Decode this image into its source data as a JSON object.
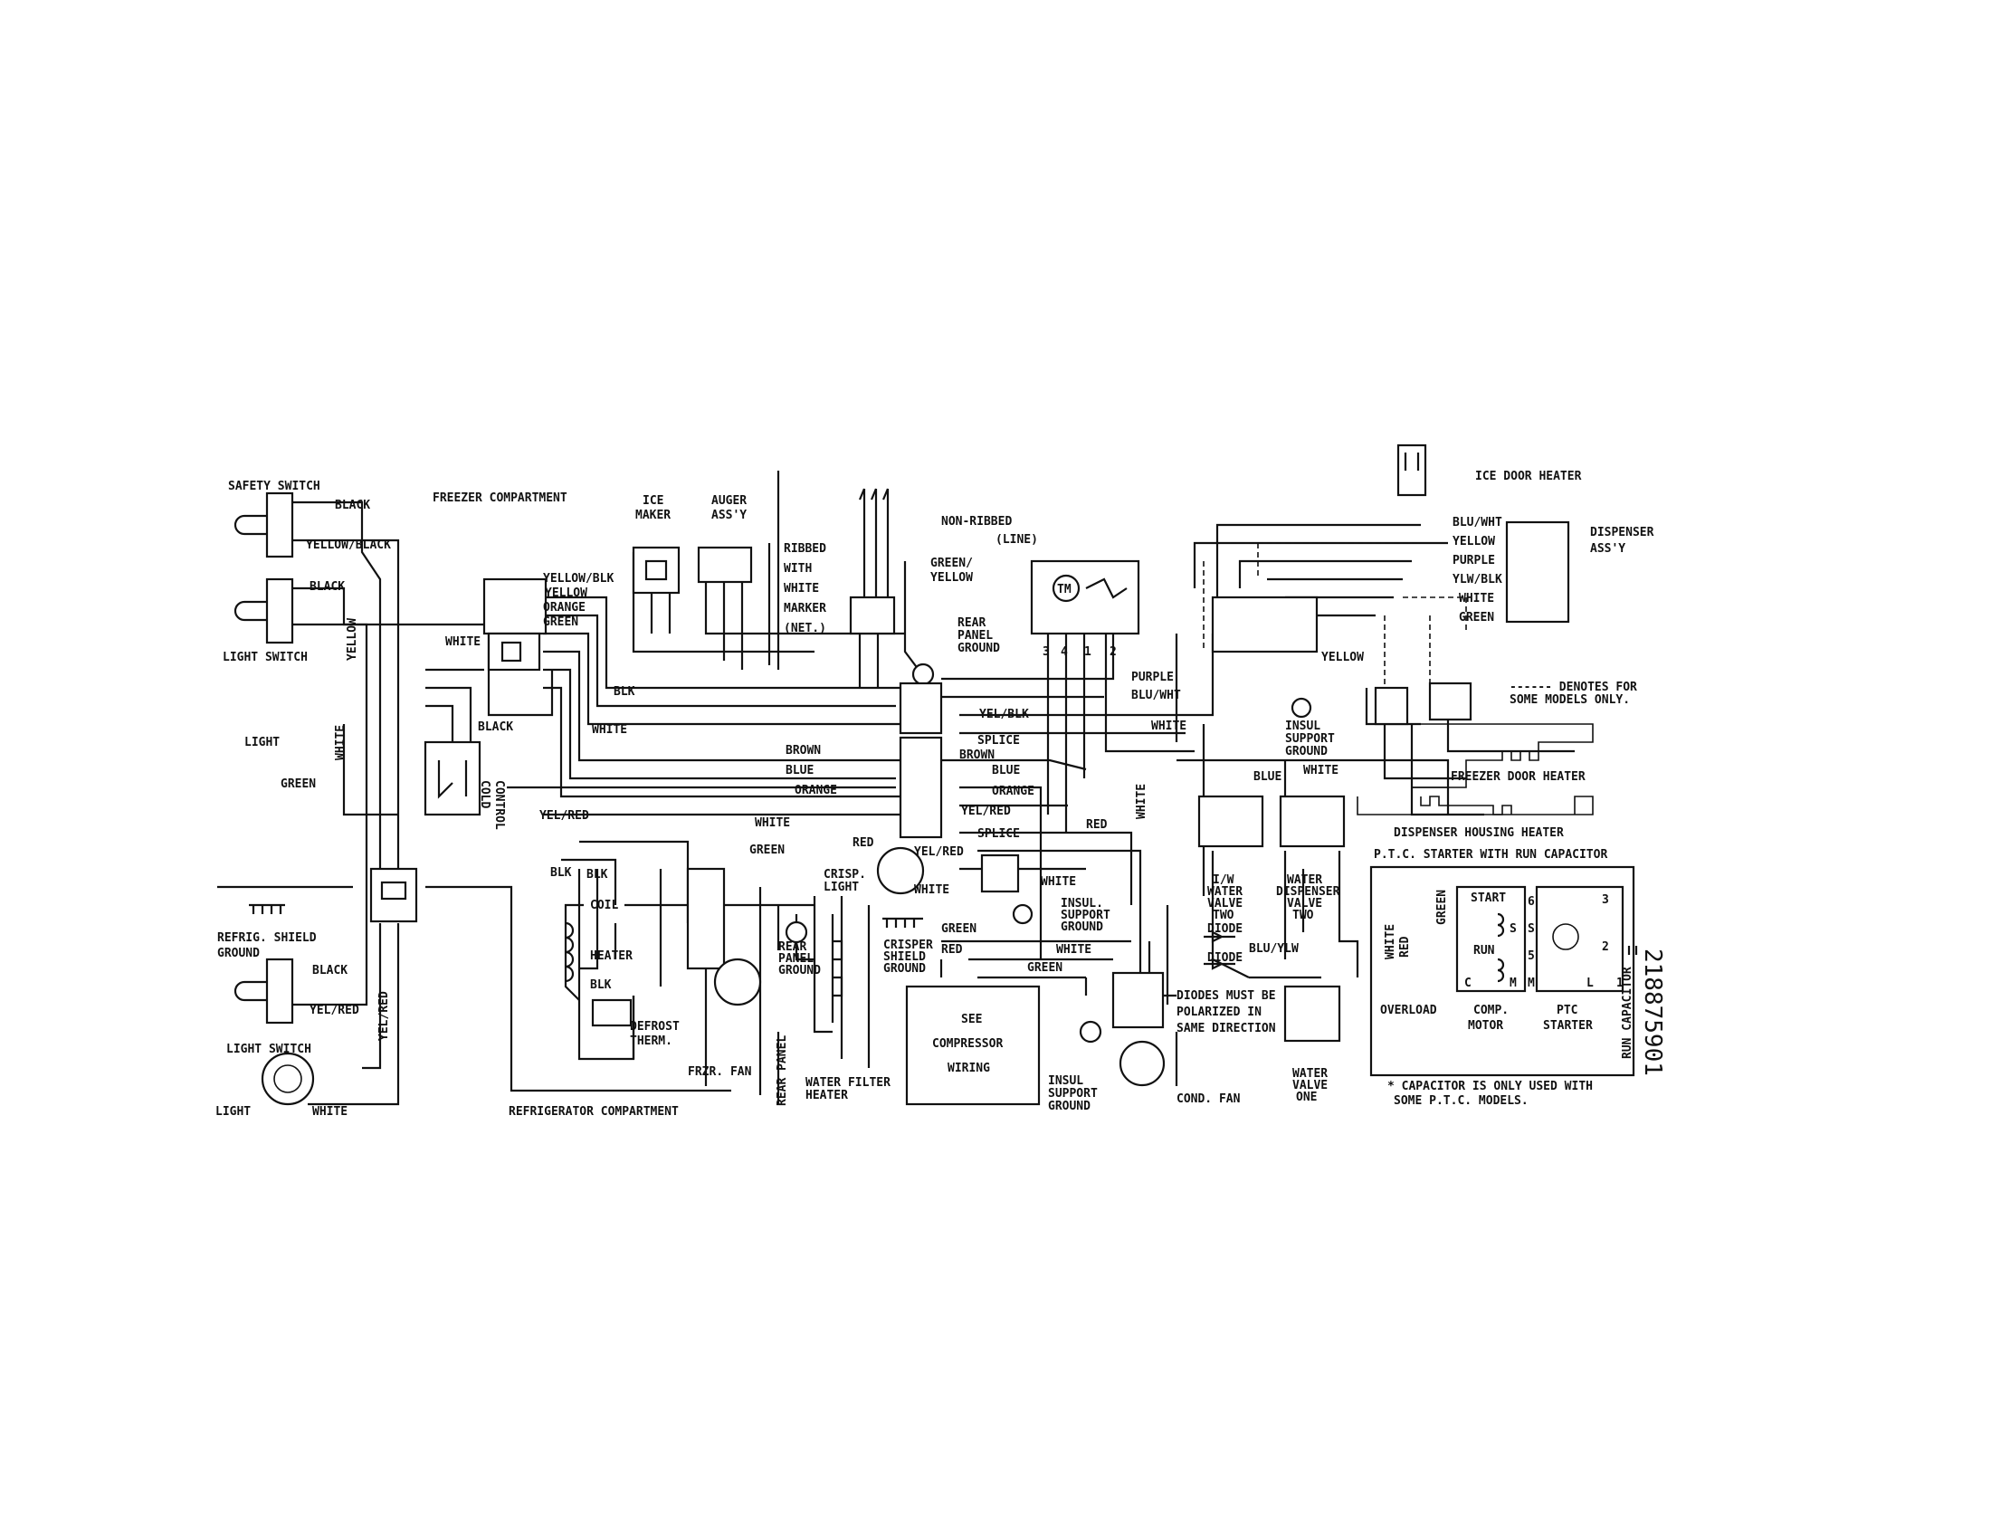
{
  "labels": {
    "safety_switch": "SAFETY SWITCH",
    "light_switch_top": "LIGHT SWITCH",
    "light_left": "LIGHT",
    "refrig_shield_ground": [
      "REFRIG. SHIELD",
      "GROUND"
    ],
    "light_switch_bottom": "LIGHT SWITCH",
    "light_bottom": "LIGHT",
    "freezer_compartment": "FREEZER COMPARTMENT",
    "refrigerator_compartment": "REFRIGERATOR COMPARTMENT",
    "cold_control": [
      "COLD",
      "CONTROL"
    ],
    "ice_maker": [
      "ICE",
      "MAKER"
    ],
    "auger_assy": [
      "AUGER",
      "ASS'Y"
    ],
    "ribbed": [
      "RIBBED",
      "WITH",
      "WHITE",
      "MARKER",
      "(NET.)"
    ],
    "non_ribbed": [
      "NON-RIBBED",
      "(LINE)"
    ],
    "rear_panel_ground_top": [
      "REAR",
      "PANEL",
      "GROUND"
    ],
    "tm": "TM",
    "tm_terminals": [
      "3",
      "4",
      "1",
      "2"
    ],
    "ice_door_heater": "ICE DOOR HEATER",
    "dispenser_assy": [
      "DISPENSER",
      "ASS'Y"
    ],
    "denotes": [
      "------ DENOTES FOR",
      "SOME MODELS ONLY."
    ],
    "insul_support_ground_top": [
      "INSUL",
      "SUPPORT",
      "GROUND"
    ],
    "freezer_door_heater": "FREEZER DOOR HEATER",
    "dispenser_housing_heater": "DISPENSER HOUSING HEATER",
    "ptc_starter_run_cap": "P.T.C. STARTER WITH RUN CAPACITOR",
    "coil_heater": [
      "COIL",
      "HEATER"
    ],
    "defrost_therm": [
      "DEFROST",
      "THERM."
    ],
    "frzr_fan": "FRZR. FAN",
    "rear_panel_ground_mid": [
      "REAR",
      "PANEL",
      "GROUND"
    ],
    "rear_panel": "REAR PANEL",
    "crisp_light": [
      "CRISP.",
      "LIGHT"
    ],
    "crisper_shield_ground": [
      "CRISPER",
      "SHIELD",
      "GROUND"
    ],
    "insul_support_ground_mid": [
      "INSUL.",
      "SUPPORT",
      "GROUND"
    ],
    "water_filter_heater": [
      "WATER FILTER",
      "HEATER"
    ],
    "see_compressor_wiring": [
      "SEE",
      "COMPRESSOR",
      "WIRING"
    ],
    "insul_support_ground_bottom": [
      "INSUL",
      "SUPPORT",
      "GROUND"
    ],
    "cond_fan": "COND. FAN",
    "diodes_note": [
      "DIODES MUST BE",
      "POLARIZED IN",
      "SAME DIRECTION"
    ],
    "diode": "DIODE",
    "iw_water_valve_two": [
      "I/W",
      "WATER",
      "VALVE",
      "TWO"
    ],
    "water_dispenser_valve_two": [
      "WATER",
      "DISPENSER",
      "VALVE",
      "TWO"
    ],
    "water_valve_one": [
      "WATER",
      "VALVE",
      "ONE"
    ],
    "start": "START",
    "run": "RUN",
    "overload": "OVERLOAD",
    "comp_motor": [
      "COMP.",
      "MOTOR"
    ],
    "ptc_starter": [
      "PTC",
      "STARTER"
    ],
    "run_capacitor": "RUN CAPACITOR",
    "cap_note": [
      "* CAPACITOR IS ONLY USED WITH",
      "SOME P.T.C. MODELS."
    ],
    "ptc_terminals": [
      "S",
      "M",
      "C",
      "M",
      "6",
      "S",
      "5",
      "M",
      "3",
      "2",
      "L",
      "1"
    ],
    "part_number": "218875901"
  },
  "wires": {
    "black": "BLACK",
    "yellow_black": "YELLOW/BLACK",
    "yellow": "YELLOW",
    "white": "WHITE",
    "green": "GREEN",
    "yel_red": "YEL/RED",
    "yellow_blk": "YELLOW/BLK",
    "orange": "ORANGE",
    "blk": "BLK",
    "brown": "BROWN",
    "blue": "BLUE",
    "purple": "PURPLE",
    "blu_wht": "BLU/WHT",
    "yel_blk": "YEL/BLK",
    "splice": "SPLICE",
    "red": "RED",
    "ylw_blk": "YLW/BLK",
    "green_yellow": [
      "GREEN/",
      "YELLOW"
    ],
    "blu_ylw": "BLU/YLW"
  }
}
